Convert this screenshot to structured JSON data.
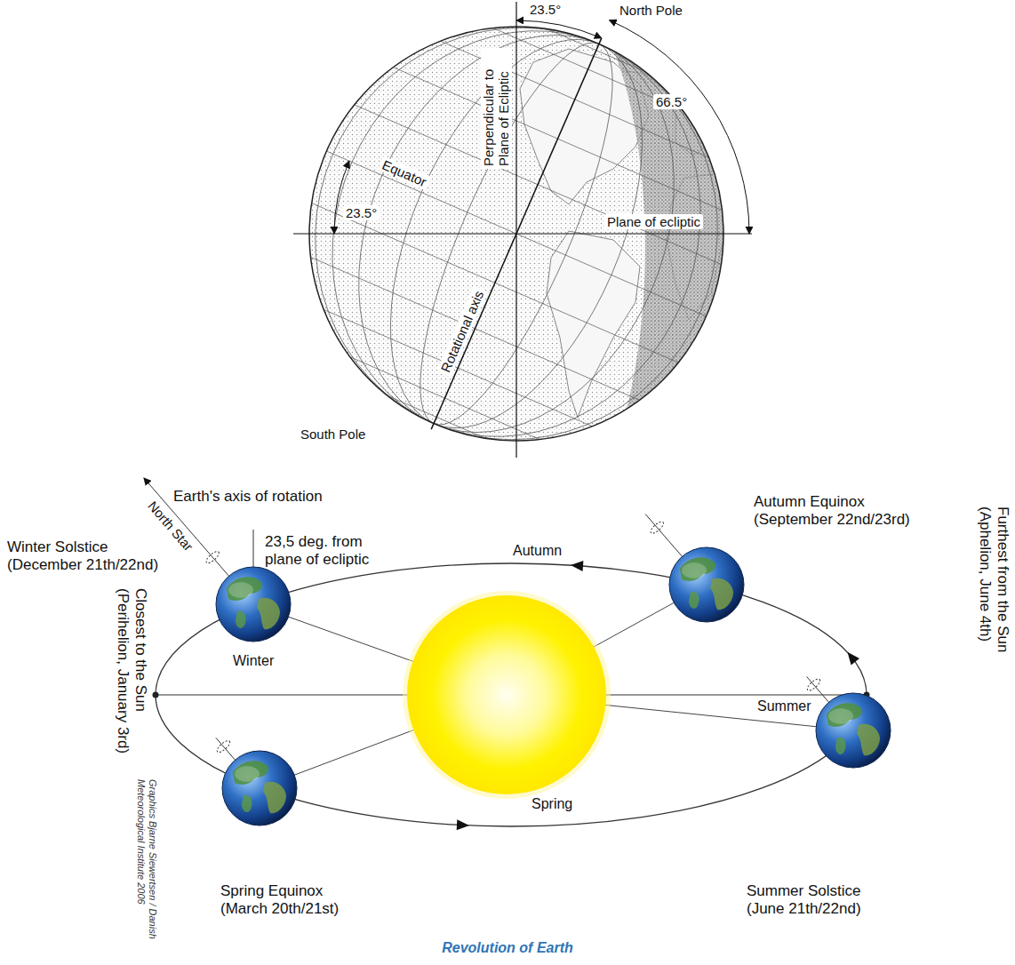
{
  "diagram": {
    "caption": "Revolution of Earth",
    "labels": [
      "23.5°",
      "North Pole",
      "Perpendicular to Plane of Ecliptic",
      "66.5°",
      "Equator",
      "23.5°",
      "Plane of ecliptic",
      "Rotational axis",
      "South Pole",
      "Earth's axis of rotation",
      "North Star",
      "23,5 deg. from plane of ecliptic",
      "Autumn Equinox (September 22nd/23rd)",
      "Winter Solstice (December 21th/22nd)",
      "Autumn",
      "Closest to the Sun (Perihelion, January 3rd)",
      "Winter",
      "Furthest from the Sun (Aphelion, June 4th)",
      "Summer",
      "Spring",
      "Graphics Bjarne Siewertsen / Danish Meteorological Institute 2006",
      "Spring Equinox (March 20th/21st)",
      "Summer Solstice (June 21th/22nd)"
    ]
  }
}
